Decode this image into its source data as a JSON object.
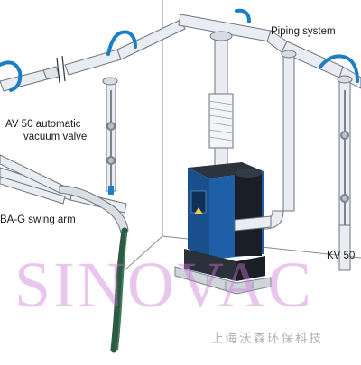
{
  "labels": {
    "piping_system": "Piping system",
    "av50_line1": "AV 50 automatic",
    "av50_line2": "vacuum valve",
    "swing_arm": "BA-G swing arm",
    "kv50": "KV 50"
  },
  "watermark": {
    "brand_text": "SINOVAC",
    "company_text": "上海沃森环保科技"
  },
  "colors": {
    "pipe_fill": "#e9edf1",
    "pipe_outline": "#6c7580",
    "hose_blue": "#1c7fc4",
    "unit_blue": "#1f5fa8",
    "unit_dark": "#1a1f27",
    "swing_hose_green": "#2c5a44",
    "wall_line": "#888888",
    "watermark_pink": "#cd78d7"
  }
}
